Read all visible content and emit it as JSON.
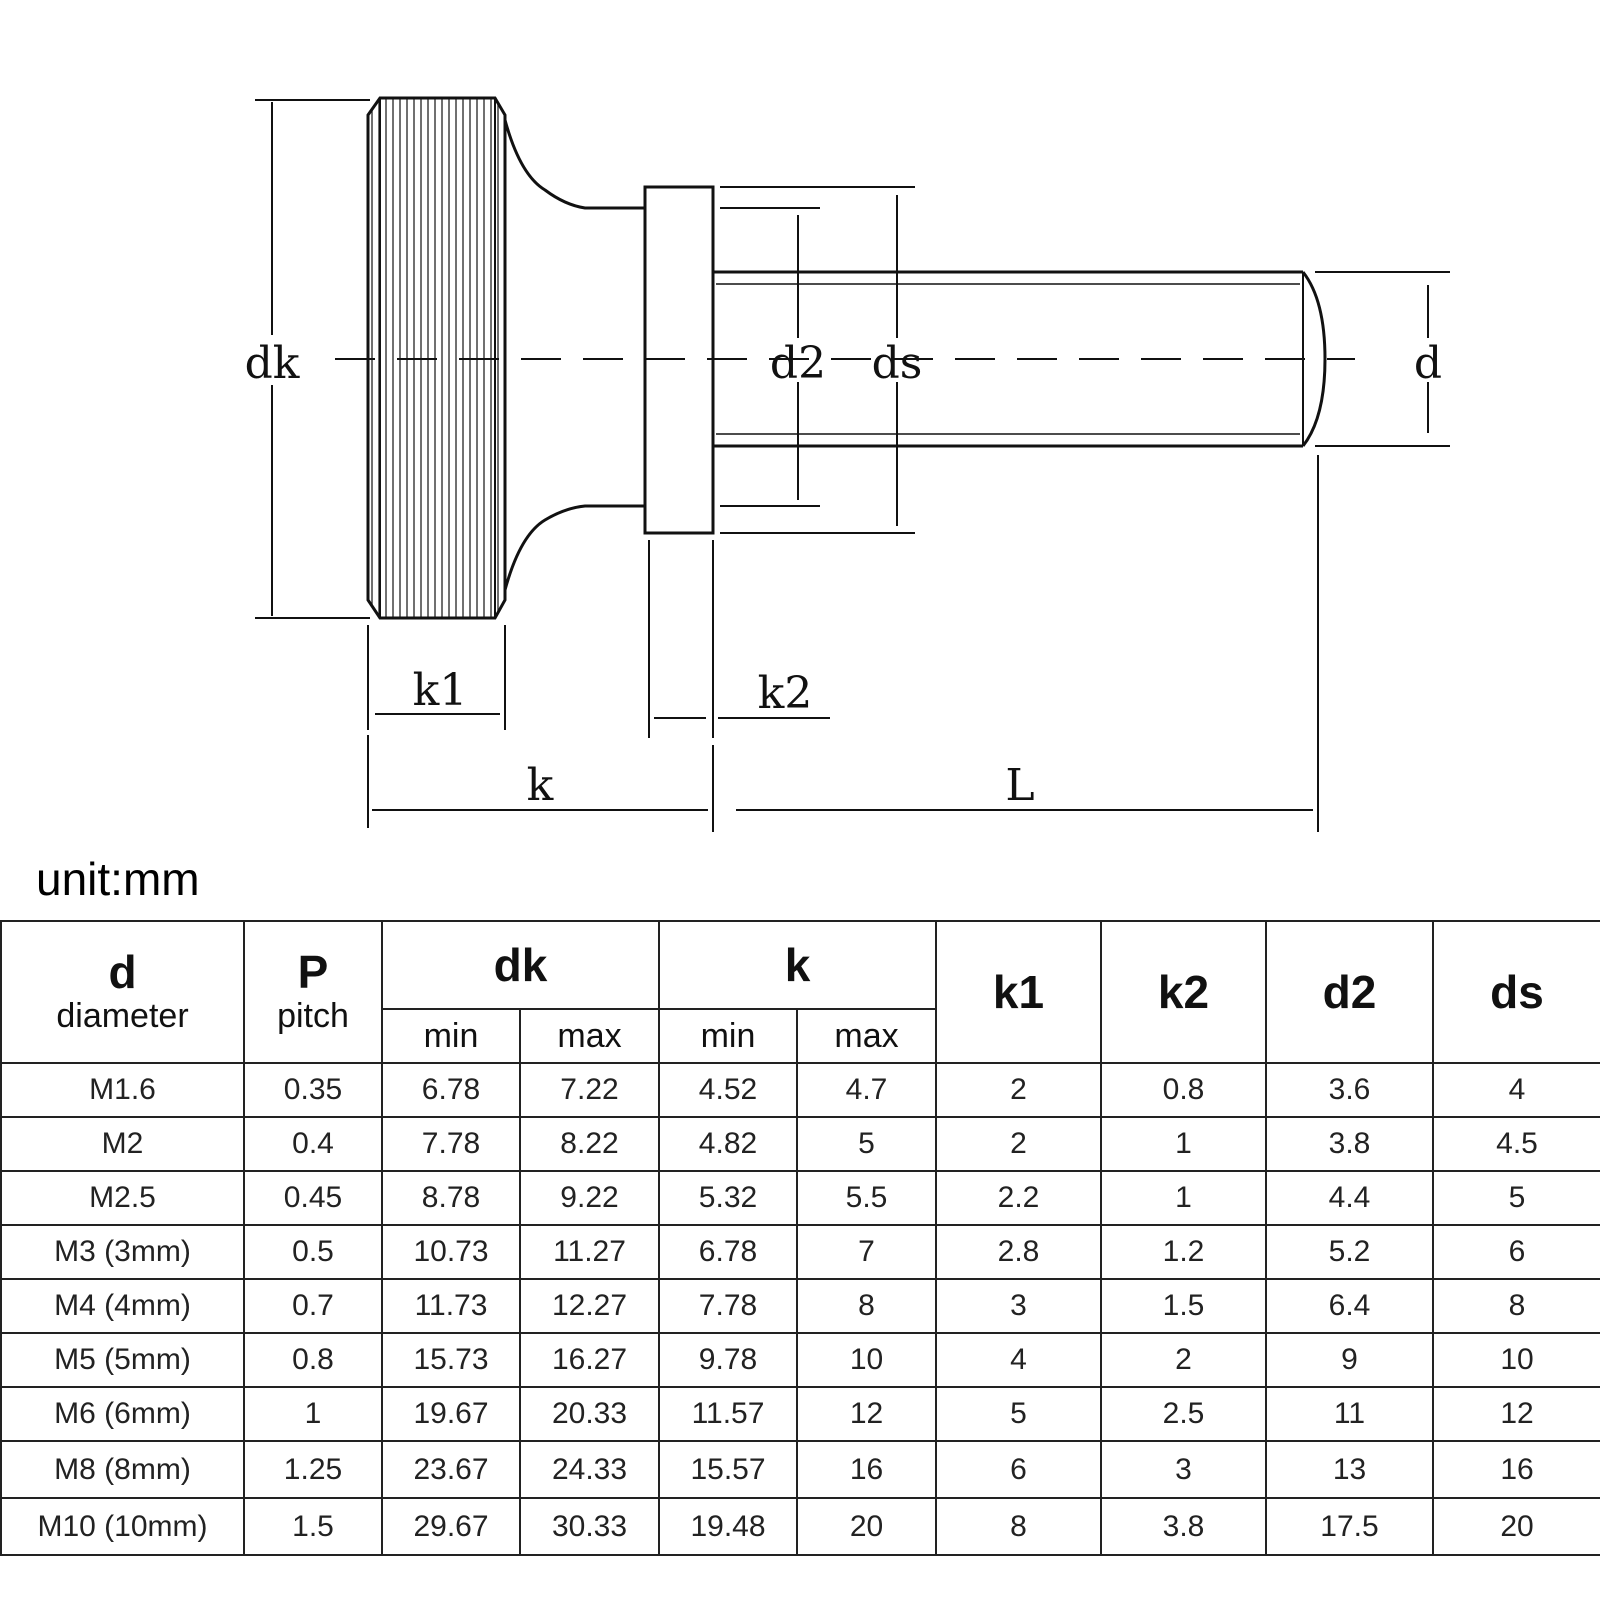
{
  "diagram": {
    "labels": {
      "dk": "dk",
      "d2": "d2",
      "ds": "ds",
      "d": "d",
      "k1": "k1",
      "k2": "k2",
      "k": "k",
      "L": "L"
    }
  },
  "unit_label": "unit:mm",
  "table": {
    "headers": {
      "d": {
        "symbol": "d",
        "name": "diameter"
      },
      "p": {
        "symbol": "P",
        "name": "pitch"
      },
      "dk": "dk",
      "k": "k",
      "k1": "k1",
      "k2": "k2",
      "d2": "d2",
      "ds": "ds",
      "min": "min",
      "max": "max"
    },
    "rows": [
      [
        "M1.6",
        "0.35",
        "6.78",
        "7.22",
        "4.52",
        "4.7",
        "2",
        "0.8",
        "3.6",
        "4"
      ],
      [
        "M2",
        "0.4",
        "7.78",
        "8.22",
        "4.82",
        "5",
        "2",
        "1",
        "3.8",
        "4.5"
      ],
      [
        "M2.5",
        "0.45",
        "8.78",
        "9.22",
        "5.32",
        "5.5",
        "2.2",
        "1",
        "4.4",
        "5"
      ],
      [
        "M3 (3mm)",
        "0.5",
        "10.73",
        "11.27",
        "6.78",
        "7",
        "2.8",
        "1.2",
        "5.2",
        "6"
      ],
      [
        "M4 (4mm)",
        "0.7",
        "11.73",
        "12.27",
        "7.78",
        "8",
        "3",
        "1.5",
        "6.4",
        "8"
      ],
      [
        "M5 (5mm)",
        "0.8",
        "15.73",
        "16.27",
        "9.78",
        "10",
        "4",
        "2",
        "9",
        "10"
      ],
      [
        "M6 (6mm)",
        "1",
        "19.67",
        "20.33",
        "11.57",
        "12",
        "5",
        "2.5",
        "11",
        "12"
      ],
      [
        "M8 (8mm)",
        "1.25",
        "23.67",
        "24.33",
        "15.57",
        "16",
        "6",
        "3",
        "13",
        "16"
      ],
      [
        "M10 (10mm)",
        "1.5",
        "29.67",
        "30.33",
        "19.48",
        "20",
        "8",
        "3.8",
        "17.5",
        "20"
      ]
    ]
  }
}
